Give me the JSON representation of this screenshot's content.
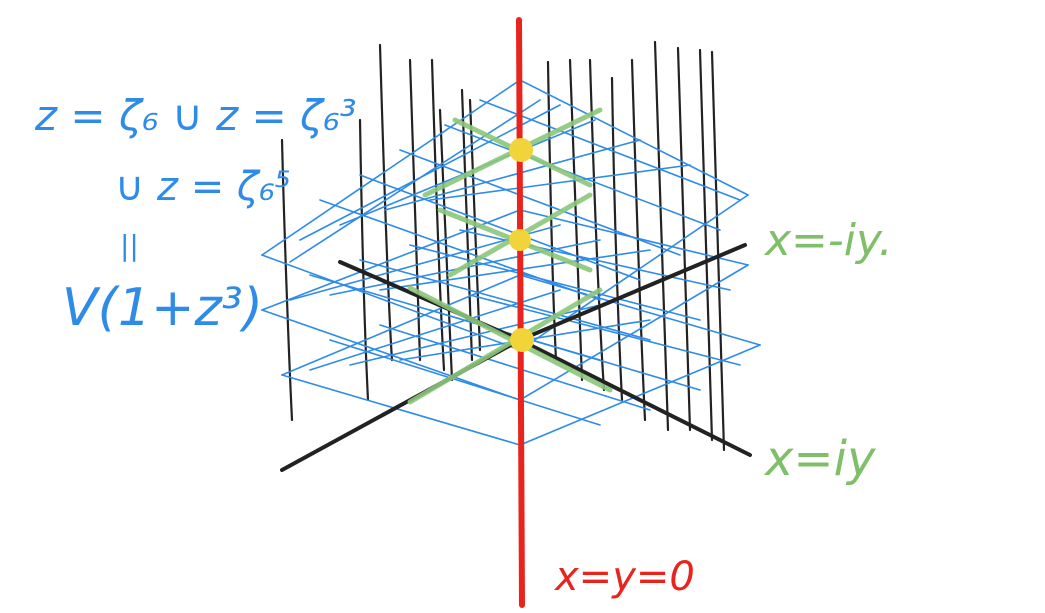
{
  "annotations": {
    "equation_line1": "z = ζ₆ ∪ z = ζ₆³",
    "equation_line2": "∪ z = ζ₆⁵",
    "equals_sign": "ॱॱ",
    "variety": "V(1+z³)",
    "green_top": "x=-iy.",
    "green_bottom": "x=iy",
    "red_axis": "x=y=0"
  },
  "colors": {
    "blue": "#2f8be8",
    "green": "#7fbf6a",
    "red": "#e8241c",
    "black": "#222222",
    "yellow": "#f1d43a"
  }
}
